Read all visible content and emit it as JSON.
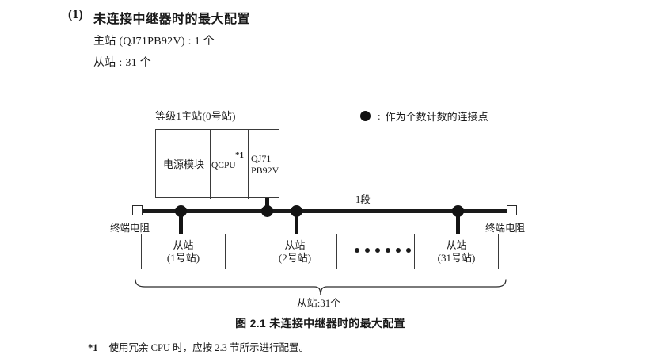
{
  "heading": {
    "number": "(1)",
    "title": "未连接中继器时的最大配置",
    "spec_master": "主站 (QJ71PB92V) : 1 个",
    "spec_slave": "从站 : 31 个"
  },
  "legend": {
    "symbol": "filled-circle",
    "colon": ":",
    "text": "作为个数计数的连接点"
  },
  "diagram": {
    "master_label": "等级1主站(0号站)",
    "rack": {
      "power_module": "电源模块",
      "cpu": "QCPU",
      "cpu_footnote_mark": "*1",
      "network_module_line1": "QJ71",
      "network_module_line2": "PB92V"
    },
    "segment_label": "1段",
    "terminator_left": "终端电阻",
    "terminator_right": "终端电阻",
    "slaves": [
      {
        "name": "从站",
        "station": "(1号站)"
      },
      {
        "name": "从站",
        "station": "(2号站)"
      },
      {
        "name": "从站",
        "station": "(31号站)"
      }
    ],
    "ellipsis_count": 6,
    "total_label": "从站:31个"
  },
  "caption": "图 2.1  未连接中继器时的最大配置",
  "footnote": {
    "mark": "*1",
    "text": "使用冗余 CPU 时，应按 2.3 节所示进行配置。"
  }
}
